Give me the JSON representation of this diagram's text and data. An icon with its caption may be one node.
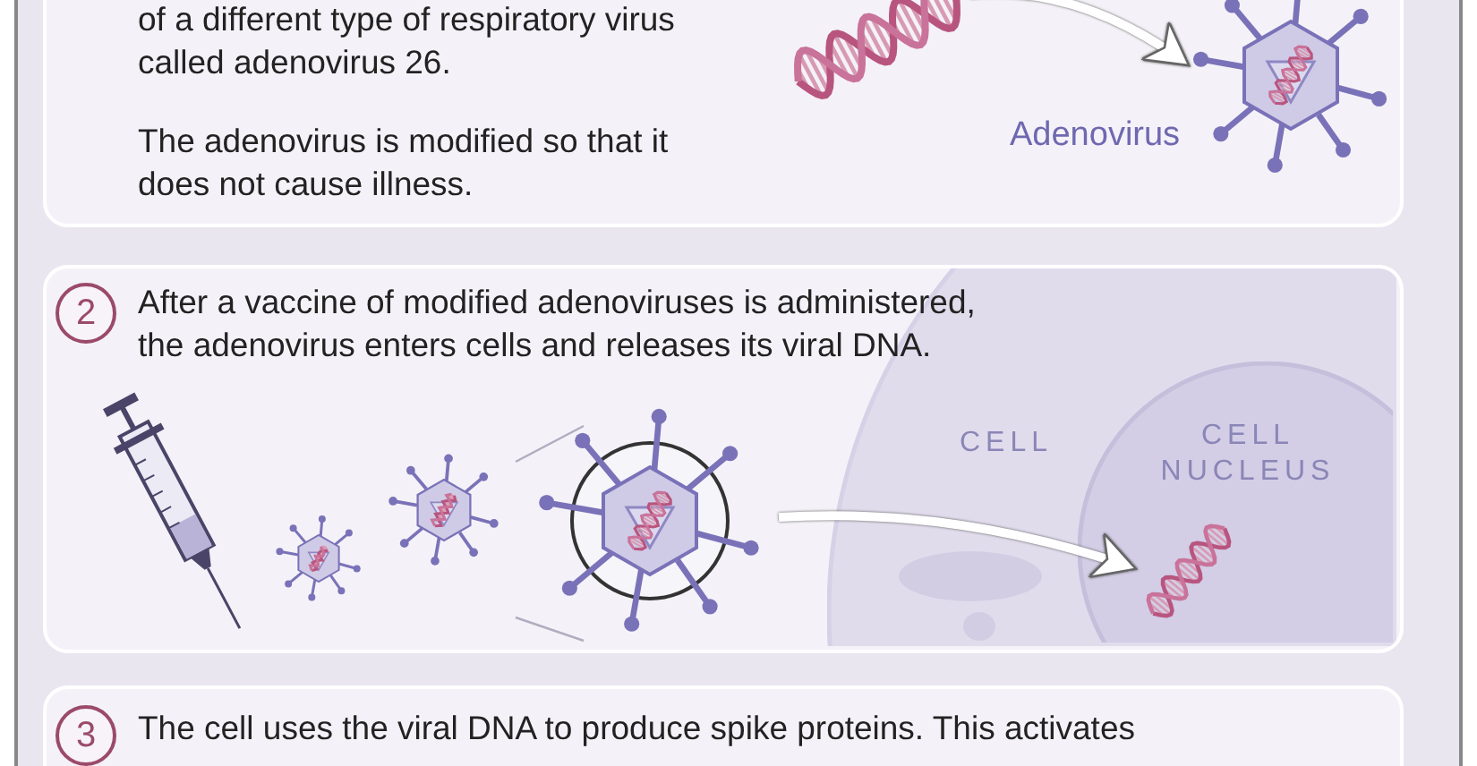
{
  "diagram": {
    "nodes": [
      {
        "text": [
          "of a different type of respiratory virus called adenovirus 26.",
          "The adenovirus is modified so that it does not cause illness."
        ]
      },
      {
        "text": [],
        "shape": "picture",
        "in": 0
      },
      {
        "text": [],
        "shape": "picture",
        "in": 0,
        "beside": [
          "Adenovirus"
        ]
      },
      {
        "text": [
          "After a vaccine of modified adenoviruses is administered, the adenovirus enters cells and releases its viral DNA."
        ]
      },
      {
        "text": [
          "2"
        ],
        "in": 3
      },
      {
        "text": [],
        "shape": "picture",
        "in": 3
      },
      {
        "text": [],
        "shape": "picture",
        "in": 3
      },
      {
        "text": [],
        "shape": "picture",
        "in": 3
      },
      {
        "text": [],
        "shape": "picture",
        "in": 3
      },
      {
        "text": [
          "CELL"
        ],
        "in": 3
      },
      {
        "text": [
          "CELL NUCLEUS"
        ],
        "in": 9
      },
      {
        "text": [],
        "shape": "picture",
        "in": 10
      },
      {
        "text": [
          "The cell uses the viral DNA to produce spike proteins. This activates"
        ]
      },
      {
        "text": [
          "3"
        ],
        "in": 12
      }
    ],
    "edges": [
      {
        "from": 1,
        "to": 2,
        "arrow": "to"
      },
      {
        "from": 8,
        "to": 11,
        "arrow": "to"
      }
    ]
  }
}
